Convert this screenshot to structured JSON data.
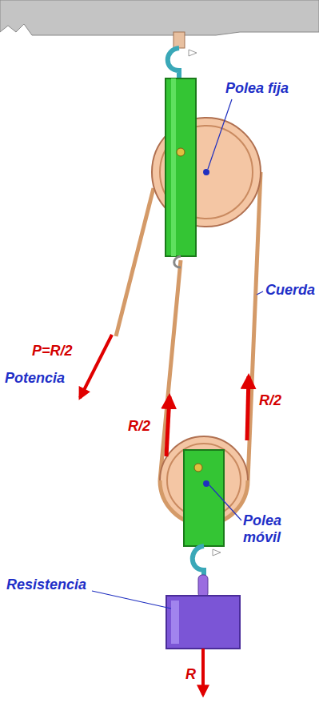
{
  "diagram": {
    "labels": [
      "Polea fija",
      "Cuerda",
      "P=R/2",
      "Potencia",
      "R/2",
      "R/2",
      "Polea móvil",
      "Resistencia",
      "R"
    ]
  }
}
